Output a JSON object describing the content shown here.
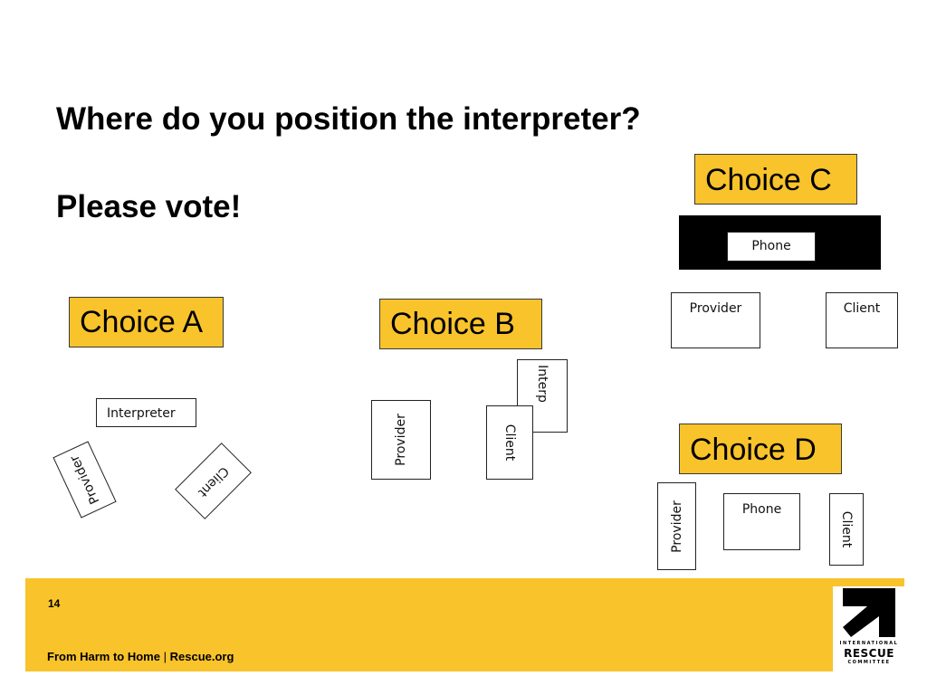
{
  "slide": {
    "title": "Where do you position the interpreter?",
    "subtitle": "Please vote!"
  },
  "choices": {
    "a": {
      "label": "Choice A",
      "interpreter": "Interpreter",
      "provider": "Provider",
      "client": "Client"
    },
    "b": {
      "label": "Choice B",
      "provider": "Provider",
      "client": "Client",
      "interp": "Interp"
    },
    "c": {
      "label": "Choice C",
      "phone": "Phone",
      "provider": "Provider",
      "client": "Client"
    },
    "d": {
      "label": "Choice D",
      "provider": "Provider",
      "phone": "Phone",
      "client": "Client"
    }
  },
  "footer": {
    "slide_number": "14",
    "tagline": "From Harm to Home",
    "separator": "|",
    "site": "Rescue.org"
  },
  "logo": {
    "line1": "INTERNATIONAL",
    "line2": "RESCUE",
    "line3": "COMMITTEE"
  },
  "colors": {
    "accent": "#f9c32c",
    "dark": "#000000"
  }
}
